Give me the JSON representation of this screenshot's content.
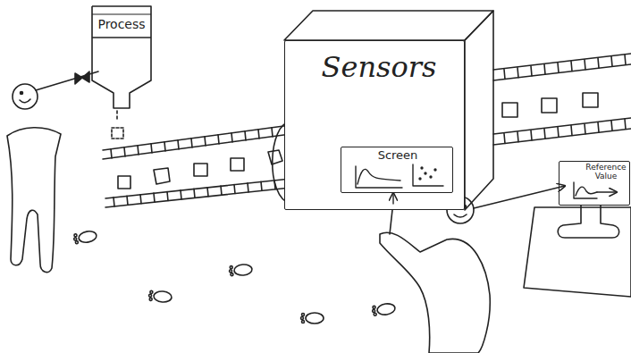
{
  "diagram": {
    "nodes": [
      {
        "text": [
          "Process"
        ]
      },
      {
        "text": [
          "Sensors"
        ]
      },
      {
        "text": [
          "Screen"
        ],
        "in": 1
      },
      {
        "text": [
          "Reference Value"
        ]
      }
    ]
  }
}
